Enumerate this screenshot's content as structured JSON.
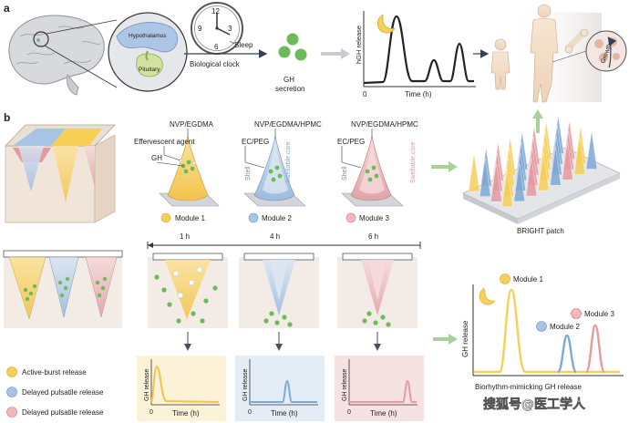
{
  "panel_a": {
    "label": "a",
    "brain": {
      "hypothalamus": "Hypothalamus",
      "pituitary": "Pituitary"
    },
    "clock": {
      "n12": "12",
      "n3": "3",
      "n6": "6",
      "n9": "9",
      "sleep": "Sleep",
      "caption": "Biological clock"
    },
    "gh": {
      "line1": "GH",
      "line2": "secretion"
    },
    "plot": {
      "ylabel": "hGH release",
      "xlabel": "Time (h)",
      "origin": "0"
    },
    "growth": "Growth"
  },
  "panel_b": {
    "label": "b",
    "module_labels": {
      "m1": "Module 1",
      "m2": "Module 2",
      "m3": "Module 3"
    },
    "module1": {
      "material": "NVP/EGDMA",
      "agent": "Effervescent agent",
      "gh": "GH"
    },
    "module2": {
      "material": "NVP/EGDMA/HPMC",
      "coat": "EC/PEG",
      "shell": "Shell",
      "core": "Swellable core"
    },
    "module3": {
      "material": "NVP/EGDMA/HPMC",
      "coat": "EC/PEG",
      "shell": "Shell",
      "core": "Swellable core"
    },
    "patch": "BRIGHT patch",
    "timeline": {
      "t1": "1 h",
      "t2": "4 h",
      "t3": "6 h"
    },
    "legend": [
      {
        "label": "Active-burst release",
        "color": "#f6cf57"
      },
      {
        "label": "Delayed pulsatile release",
        "color": "#7fa8d6"
      },
      {
        "label": "Delayed pulsatile release",
        "color": "#e59aa0"
      }
    ],
    "mini_plots": {
      "ylabel": "GH release",
      "xlabel": "Time (h)",
      "origin": "0"
    },
    "final_plot": {
      "ylabel": "GH release",
      "caption": "Biorhythm-mimicking GH release",
      "m1": "Module 1",
      "m2": "Module 2",
      "m3": "Module 3"
    }
  },
  "watermark": "搜狐号@医工学人",
  "colors": {
    "yellow": "#f6cf57",
    "blue": "#7fa8d6",
    "red": "#e59aa0",
    "green": "#6dbb58",
    "arrow_green": "#a8d29a",
    "navy": "#34405a"
  }
}
